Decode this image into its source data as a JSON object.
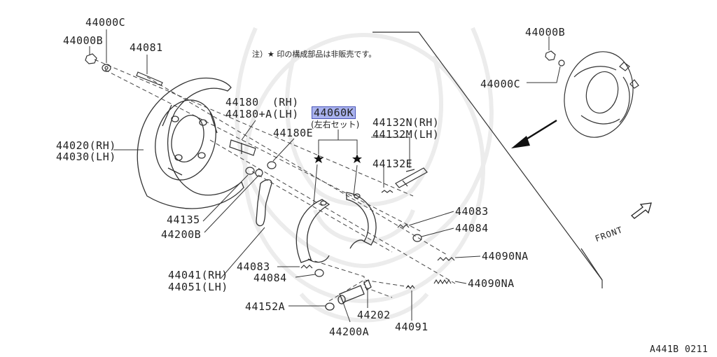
{
  "note_text": "注）★ 印の構成部品は非販売です。",
  "diagram_code": "A441B 0211",
  "front_label": "FRONT",
  "highlight_part": "44060K",
  "highlight_subtitle": "(左右セット)",
  "labels": {
    "p44000C_left": "44000C",
    "p44000B_left": "44000B",
    "p44081": "44081",
    "p44180_rh": "44180  (RH)",
    "p44180A_lh": "44180+A(LH)",
    "p44180E": "44180E",
    "p44020_rh": "44020(RH)",
    "p44030_lh": "44030(LH)",
    "p44135": "44135",
    "p44200B": "44200B",
    "p44041_rh": "44041(RH)",
    "p44051_lh": "44051(LH)",
    "p44083_lower": "44083",
    "p44084_lower": "44084",
    "p44152A": "44152A",
    "p44200A": "44200A",
    "p44202": "44202",
    "p44091": "44091",
    "p44132N_rh": "44132N(RH)",
    "p44132M_lh": "44132M(LH)",
    "p44132E": "44132E",
    "p44083_upper": "44083",
    "p44084_upper": "44084",
    "p44090NA_upper": "44090NA",
    "p44090NA_lower": "44090NA",
    "p44000B_right": "44000B",
    "p44000C_right": "44000C"
  }
}
